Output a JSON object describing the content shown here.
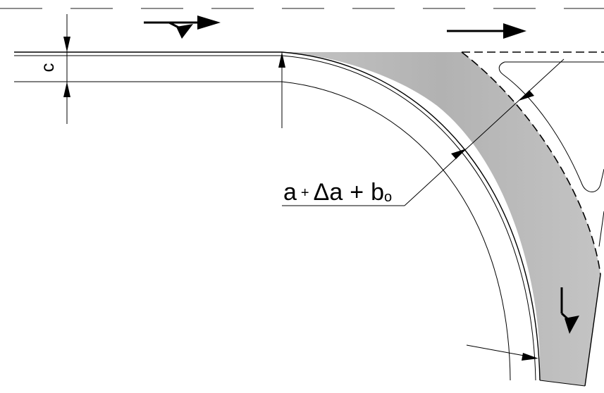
{
  "diagram": {
    "labels": {
      "c": "c",
      "a": "a",
      "plus_small": "+",
      "delta_a": "Δa",
      "plus": "+",
      "b": "b",
      "subscript": "o"
    },
    "colors": {
      "stroke": "#000000",
      "lane_fill": "#bdbdbd",
      "center_dash": "#8c8c8c"
    },
    "icons": [
      "straight-arrow-icon",
      "right-turn-arrow-icon",
      "dimension-arrow-icon"
    ]
  }
}
